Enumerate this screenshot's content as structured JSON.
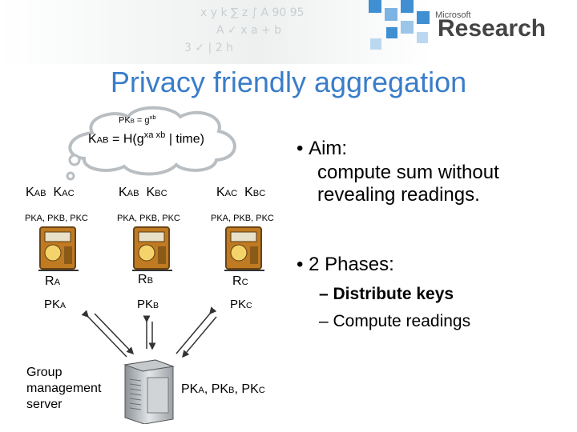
{
  "header": {
    "brand_small": "Microsoft",
    "brand_large": "Research"
  },
  "title": "Privacy friendly aggregation",
  "cloud": {
    "pk_line_a": "PK",
    "pk_line_a_sub": "B",
    "pk_line_b": " = g",
    "pk_line_b_sup": "xb",
    "key_a": "K",
    "key_a_sub": "AB",
    "key_b": " = H(g",
    "key_b_sup": "xa xb",
    "key_c": " | time)"
  },
  "meters": [
    {
      "keys": [
        {
          "k": "K",
          "s": "AB"
        },
        {
          "k": "K",
          "s": "AC"
        }
      ],
      "pks": "PKA, PKB, PKC",
      "reading": {
        "k": "R",
        "s": "A"
      },
      "pk": {
        "k": "PK",
        "s": "A"
      }
    },
    {
      "keys": [
        {
          "k": "K",
          "s": "AB"
        },
        {
          "k": "K",
          "s": "BC"
        }
      ],
      "pks": "PKA, PKB, PKC",
      "reading": {
        "k": "R",
        "s": "B"
      },
      "pk": {
        "k": "PK",
        "s": "B"
      }
    },
    {
      "keys": [
        {
          "k": "K",
          "s": "AC"
        },
        {
          "k": "K",
          "s": "BC"
        }
      ],
      "pks": "PKA, PKB, PKC",
      "reading": {
        "k": "R",
        "s": "C"
      },
      "pk": {
        "k": "PK",
        "s": "C"
      }
    }
  ],
  "pk_list_parts": [
    {
      "k": "PK",
      "s": "A"
    },
    {
      "k": "PK",
      "s": "B"
    },
    {
      "k": "PK",
      "s": "C"
    }
  ],
  "server": {
    "label_lines": [
      "Group",
      "management",
      "server"
    ]
  },
  "bullets": {
    "aim_label": "Aim:",
    "aim_lines": [
      "compute sum without",
      "revealing readings."
    ],
    "phases_label": "2 Phases:",
    "phase_items": [
      "Distribute keys",
      "Compute readings"
    ]
  },
  "colors": {
    "title": "#3a7dc9",
    "brand_blue": "#3f8fd2",
    "meter_body": "#d9902a"
  },
  "icons": [
    "microsoft-research-logo",
    "thought-cloud",
    "smart-meter-icon",
    "server-icon"
  ]
}
